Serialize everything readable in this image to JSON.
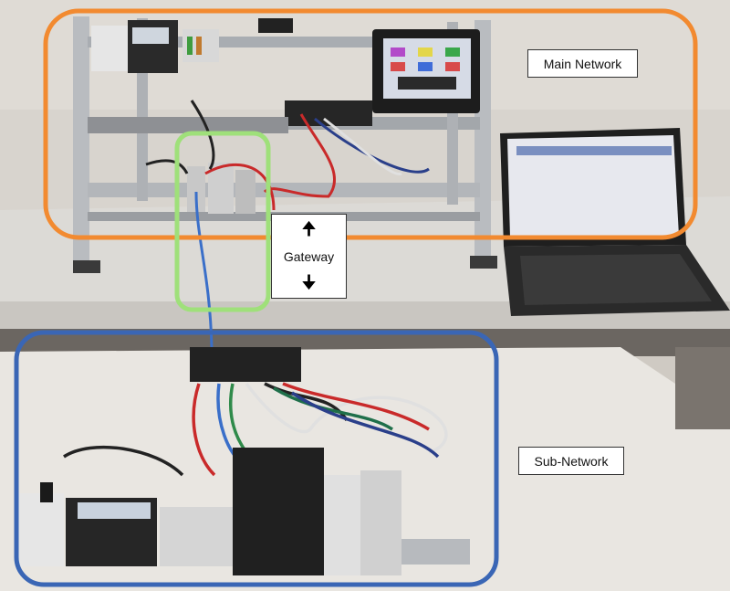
{
  "labels": {
    "main_network": "Main Network",
    "sub_network": "Sub-Network",
    "gateway": "Gateway"
  },
  "colors": {
    "main_network_outline": "#f28a30",
    "sub_network_outline": "#3a66b5",
    "gateway_outline": "#9fe07a"
  }
}
